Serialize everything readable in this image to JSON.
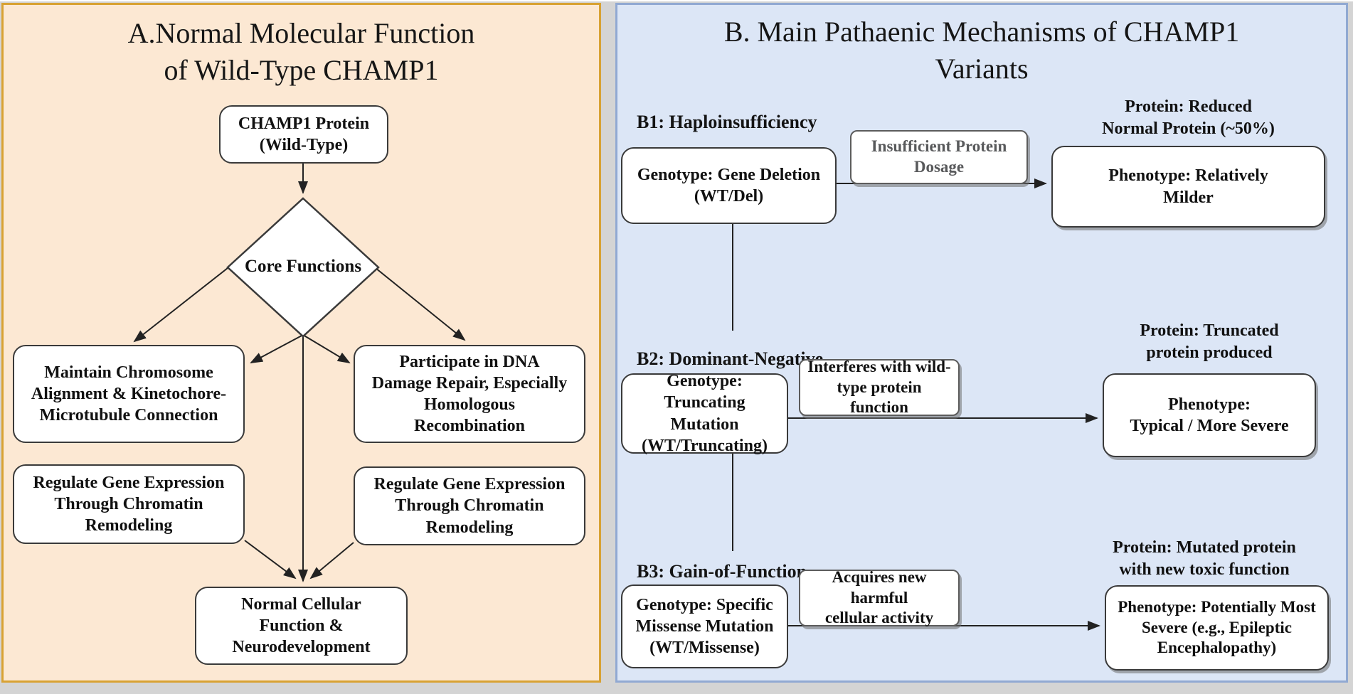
{
  "colors": {
    "panel_a_bg": "#fce8d3",
    "panel_a_border": "#d8a233",
    "panel_b_bg": "#dce6f6",
    "panel_b_border": "#91a9d2",
    "node_bg": "#ffffff",
    "node_border": "#3a3a3a",
    "arrow": "#222222",
    "mechanism_text_b1": "#58595b",
    "page_gutter": "#d4d4d4"
  },
  "panelA": {
    "title": "A.Normal Molecular Function\nof Wild-Type CHAMP1",
    "top_box": "CHAMP1 Protein\n(Wild-Type)",
    "diamond": "Core Functions",
    "box_maintain": "Maintain Chromosome\nAlignment & Kinetochore-\nMicrotubule Connection",
    "box_dna_repair": "Participate in DNA\nDamage Repair, Especially\nHomologous\nRecombination",
    "box_regulate_left": "Regulate Gene Expression\nThrough Chromatin\nRemodeling",
    "box_regulate_right": "Regulate Gene Expression\nThrough Chromatin\nRemodeling",
    "box_outcome": "Normal Cellular\nFunction &\nNeurodevelopment"
  },
  "panelB": {
    "title": "B. Main Pathaenic Mechanisms of CHAMP1\nVariants",
    "rows": [
      {
        "label": "B1: Haploinsufficiency",
        "genotype": "Genotype: Gene Deletion\n(WT/Del)",
        "mechanism": "Insufficient Protein\nDosage",
        "protein_header": "Protein:  Reduced\nNormal  Protein (~50%)",
        "phenotype": "Phenotype: Relatively\nMilder"
      },
      {
        "label": "B2: Dominant-Negative",
        "genotype": "Genotype: Truncating\nMutation\n(WT/Truncating)",
        "mechanism": "Interferes with wild-\ntype protein function",
        "protein_header": "Protein: Truncated\nprotein produced",
        "phenotype": "Phenotype:\nTypical / More Severe"
      },
      {
        "label": "B3: Gain-of-Function",
        "genotype": "Genotype: Specific\nMissense Mutation\n(WT/Missense)",
        "mechanism": "Acquires new harmful\ncellular activity",
        "protein_header": "Protein: Mutated protein\nwith new toxic function",
        "phenotype": "Phenotype: Potentially Most\nSevere (e.g., Epileptic\nEncephalopathy)"
      }
    ]
  }
}
